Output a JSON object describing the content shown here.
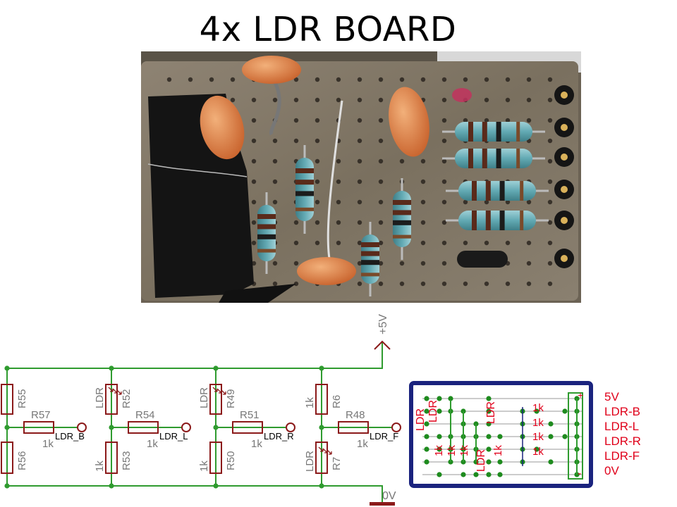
{
  "title": "4x LDR BOARD",
  "schematic": {
    "supply": "+5V",
    "ground": "0V",
    "branches": [
      {
        "top": {
          "ref": "R55",
          "val": ""
        },
        "bottom": {
          "ref": "R56",
          "val": ""
        },
        "series": {
          "ref": "R57",
          "val": "1k"
        },
        "net": "LDR_B"
      },
      {
        "top": {
          "ref": "R52",
          "val": "LDR"
        },
        "bottom": {
          "ref": "R53",
          "val": "1k"
        },
        "series": {
          "ref": "R54",
          "val": "1k"
        },
        "net": "LDR_L"
      },
      {
        "top": {
          "ref": "R49",
          "val": "LDR"
        },
        "bottom": {
          "ref": "R50",
          "val": "1k"
        },
        "series": {
          "ref": "R51",
          "val": "1k"
        },
        "net": "LDR_R"
      },
      {
        "top": {
          "ref": "R6",
          "val": "1k"
        },
        "bottom": {
          "ref": "R7",
          "val": "LDR"
        },
        "series": {
          "ref": "R48",
          "val": "1k"
        },
        "net": "LDR_F"
      }
    ]
  },
  "layout": {
    "ldr_label": "LDR",
    "res_label": "1k",
    "plus": "+",
    "minus": "-",
    "pins": [
      "5V",
      "LDR-B",
      "LDR-L",
      "LDR-R",
      "LDR-F",
      "0V"
    ]
  },
  "colors": {
    "wire": "#2f9b2f",
    "part": "#8b1a1a",
    "label": "#e0001a",
    "frame": "#1a237e",
    "text": "#777777"
  }
}
